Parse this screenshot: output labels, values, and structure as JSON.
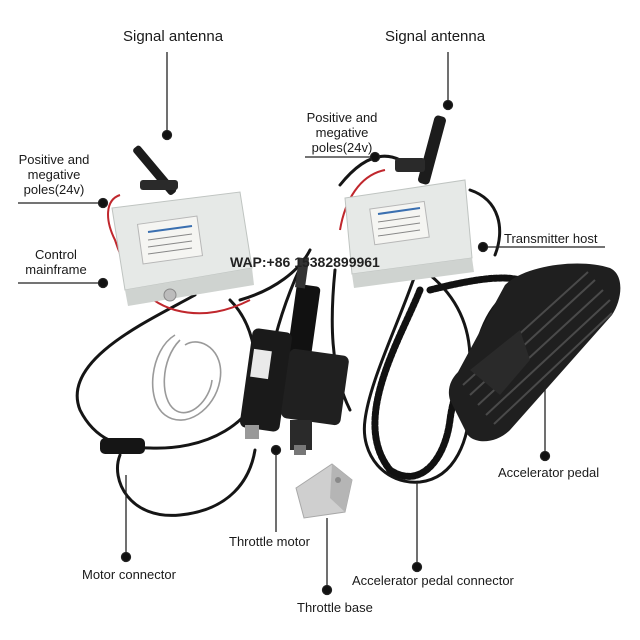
{
  "labels": {
    "signal_antenna_left": "Signal antenna",
    "signal_antenna_right": "Signal antenna",
    "poles_left_1": "Positive and",
    "poles_left_2": "megative",
    "poles_left_3": "poles(24v)",
    "poles_right_1": "Positive and",
    "poles_right_2": "megative",
    "poles_right_3": "poles(24v)",
    "control_mainframe_1": "Control",
    "control_mainframe_2": "mainframe",
    "transmitter_host": "Transmitter host",
    "accelerator_pedal": "Accelerator pedal",
    "throttle_motor": "Throttle motor",
    "motor_connector": "Motor connector",
    "accelerator_pedal_connector": "Accelerator pedal connector",
    "throttle_base": "Throttle base"
  },
  "watermark": "WAP:+86 15382899961",
  "colors": {
    "box": "#e9ecea",
    "cable": "#151515",
    "red_wire": "#c0272d",
    "pedal": "#1f1f1f",
    "base": "#c9c9c9"
  }
}
